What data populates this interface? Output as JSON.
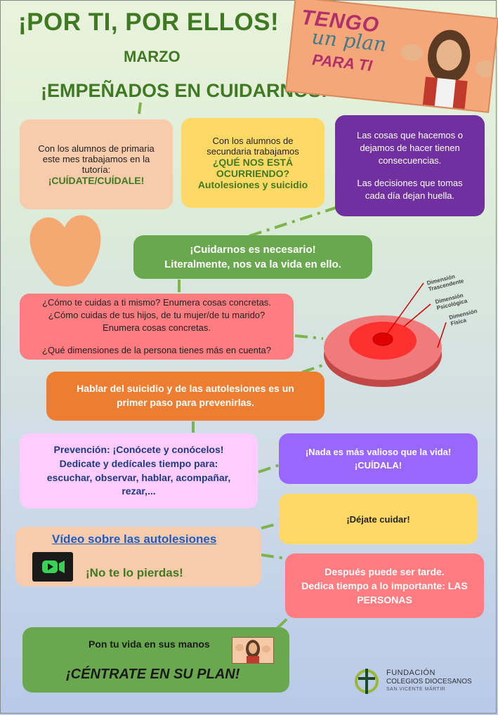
{
  "header": {
    "title": "¡POR TI, POR ELLOS!",
    "month": "MARZO",
    "subtitle": "¡EMPEÑADOS EN CUIDARNOS!",
    "banner_line1": "TENGO",
    "banner_line2": "un plan",
    "banner_line3": "PARA TI"
  },
  "boxes": {
    "primaria": {
      "text": "Con los alumnos de primaria este mes trabajamos en la tutoría:",
      "highlight": "¡CUÍDATE/CUÍDALE!"
    },
    "secundaria": {
      "text": "Con los alumnos de secundaria  trabajamos",
      "highlight1": "¿QUÉ NOS ESTÁ OCURRIENDO?",
      "highlight2": "Autolesiones y suicidio"
    },
    "consecuencias": {
      "line1": "Las cosas que hacemos o dejamos de hacer tienen consecuencias.",
      "line2": "Las decisiones que tomas cada día dejan huella."
    },
    "necesario": {
      "line1": "¡Cuidarnos es necesario!",
      "line2": "Literalmente, nos va la vida en ello."
    },
    "preguntas": {
      "line1": "¿Cómo te cuidas a ti mismo? Enumera cosas concretas.",
      "line2": "¿Cómo cuidas de tus hijos, de tu mujer/de tu marido?",
      "line3": "Enumera cosas concretas.",
      "line4": "¿Qué dimensiones de la persona tienes más en cuenta?"
    },
    "hablar": {
      "text": "Hablar del suicidio y de las autolesiones  es un primer paso para prevenirlas."
    },
    "prevencion": {
      "line1": "Prevención: ¡Conócete y conócelos!",
      "line2": "Dedicate y dedícales tiempo para: escuchar, observar, hablar, acompañar, rezar,..."
    },
    "valioso": {
      "line1": "¡Nada es más valioso que la vida!",
      "line2": "¡CUÍDALA!"
    },
    "dejate": {
      "text": "¡Déjate cuidar!"
    },
    "video": {
      "link": "Vídeo sobre las autolesiones",
      "cta": "¡No te lo pierdas!"
    },
    "tarde": {
      "line1": "Después puede ser tarde.",
      "line2": "Dedica tiempo a lo importante: LAS PERSONAS"
    },
    "plan": {
      "line1": "Pon tu vida en sus manos",
      "line2": "¡CÉNTRATE EN SU PLAN!"
    }
  },
  "dimensions": {
    "outer": "Dimensión Trascendente",
    "middle": "Dimensión Psicológica",
    "inner": "Dimensión Física"
  },
  "logo": {
    "line1": "FUNDACIÓN",
    "line2": "COLEGIOS DIOCESANOS",
    "line3": "SAN VICENTE MÁRTIR"
  },
  "colors": {
    "green_title": "#3f7a23",
    "peach": "#f7cbab",
    "yellow": "#ffd966",
    "purple": "#7030a0",
    "green_box": "#6aa84f",
    "salmon": "#ff7c80",
    "orange": "#ed7d31",
    "pink": "#ffccff",
    "violet": "#9966ff"
  }
}
